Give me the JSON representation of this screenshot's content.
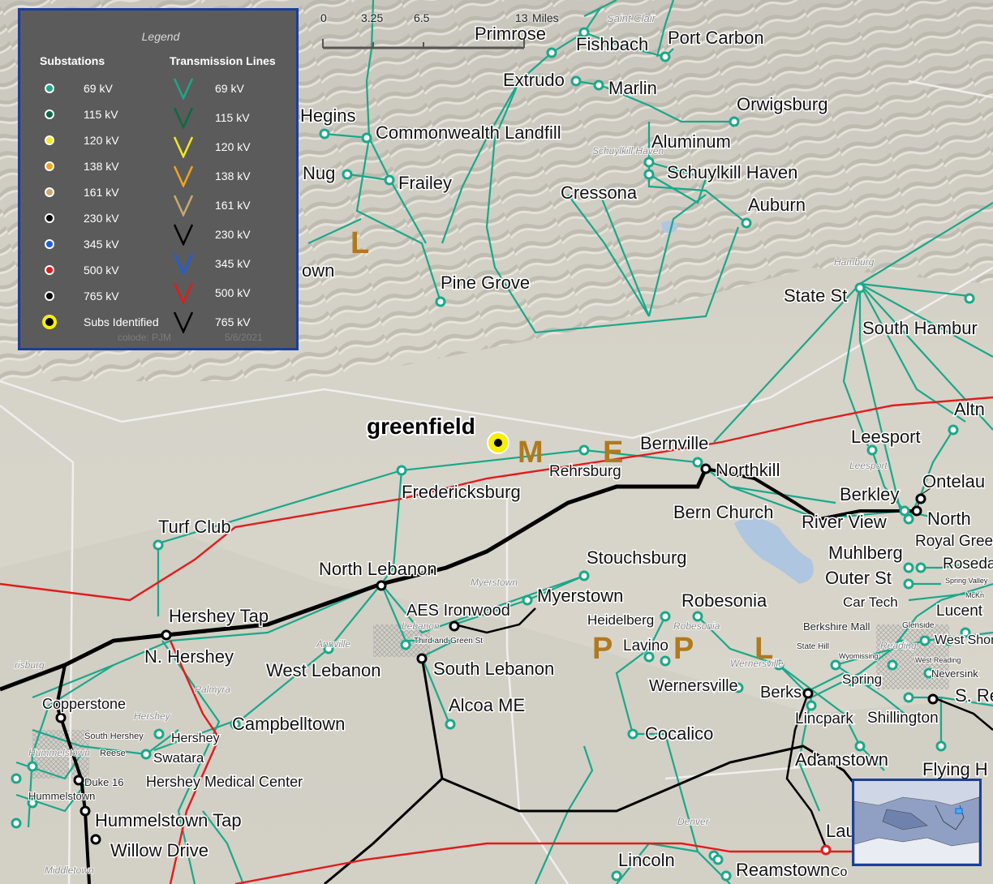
{
  "legend": {
    "title": "Legend",
    "substations_heading": "Substations",
    "lines_heading": "Transmission Lines",
    "substations": [
      {
        "label": "69 kV",
        "color": "#1aa88a"
      },
      {
        "label": "115 kV",
        "color": "#0b6b45"
      },
      {
        "label": "120 kV",
        "color": "#f4ea1a"
      },
      {
        "label": "138 kV",
        "color": "#f5a21a"
      },
      {
        "label": "161 kV",
        "color": "#c9a870"
      },
      {
        "label": "230 kV",
        "color": "#000000"
      },
      {
        "label": "345 kV",
        "color": "#1a5ee6"
      },
      {
        "label": "500 kV",
        "color": "#e21b1b"
      },
      {
        "label": "765 kV",
        "color": "#000000"
      },
      {
        "label": "Subs Identified",
        "color": "#f7ee0a"
      }
    ],
    "lines": [
      {
        "label": "69 kV",
        "color": "#1aa88a"
      },
      {
        "label": "115 kV",
        "color": "#0b6b45"
      },
      {
        "label": "120 kV",
        "color": "#f4ea1a"
      },
      {
        "label": "138 kV",
        "color": "#f5a21a"
      },
      {
        "label": "161 kV",
        "color": "#c9a870"
      },
      {
        "label": "230 kV",
        "color": "#000000"
      },
      {
        "label": "345 kV",
        "color": "#1a5ee6"
      },
      {
        "label": "500 kV",
        "color": "#e21b1b"
      },
      {
        "label": "765 kV",
        "color": "#000000"
      }
    ],
    "footer_left": "colode: PJM",
    "footer_right": "5/6/2021"
  },
  "scale": {
    "ticks": [
      "0",
      "3.25",
      "6.5",
      "13"
    ],
    "unit": "Miles"
  },
  "highlight": {
    "label": "greenfield"
  },
  "zones": [
    "L",
    "M",
    "E",
    "P",
    "P",
    "L"
  ],
  "substation_labels": [
    "Primrose",
    "Fishbach",
    "Port Carbon",
    "Extrudo",
    "Marlin",
    "Hegins",
    "Commonwealth Landfill",
    "Orwigsburg",
    "Aluminum",
    "Nug",
    "Frailey",
    "Schuylkill Haven",
    "Cressona",
    "Auburn",
    "own",
    "Pine Grove",
    "State St",
    "South Hambur",
    "Altn",
    "Bernville",
    "Leesport",
    "Ontelau",
    "Rehrsburg",
    "Northkill",
    "Fredericksburg",
    "Berkley",
    "Bern Church",
    "River View",
    "North",
    "Royal Gree",
    "Turf Club",
    "Muhlberg",
    "Roseda",
    "Stouchsburg",
    "North Lebanon",
    "Outer St",
    "Car Tech",
    "Lucent",
    "Myerstown",
    "Robesonia",
    "AES Ironwood",
    "Heidelberg",
    "Berkshire Mall",
    "Hershey Tap",
    "West Shor",
    "Lavino",
    "Glenside",
    "Third and Green St",
    "N. Hershey",
    "Neversink",
    "South Lebanon",
    "West Lebanon",
    "Wernersville",
    "Berks",
    "Spring",
    "S. Re",
    "Copperstone",
    "Alcoa ME",
    "Lincpark",
    "Shillington",
    "Campbelltown",
    "Hershey",
    "South Hershey",
    "Cocalico",
    "Reese",
    "Swatara",
    "Adamstown",
    "Flying H",
    "Duke 16",
    "Hershey Medical Center",
    "Hummelstown",
    "Hummelstown Tap",
    "Willow Drive",
    "Lau",
    "Lincoln",
    "Reamstown",
    "State Hill",
    "Wyomissing",
    "West Reading",
    "McKn",
    "Spring Valley",
    "Co"
  ],
  "place_labels": [
    "Saint Clair",
    "Schuylkill Haven",
    "Hamburg",
    "Leesport",
    "Myerstown",
    "Robesonia",
    "Wernersville",
    "Annville",
    "Lebanon",
    "Palmyra",
    "Hershey",
    "Hummelstown",
    "Reading",
    "Middletown",
    "Denver",
    "risburg"
  ]
}
